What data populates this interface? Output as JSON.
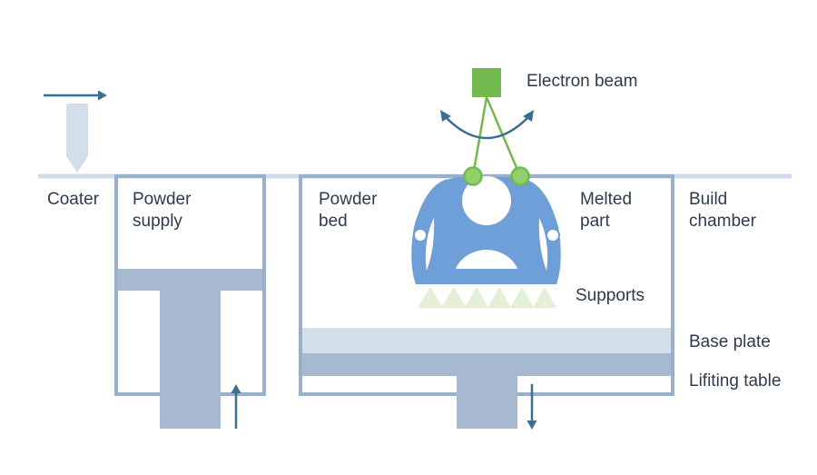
{
  "labels": {
    "coater": "Coater",
    "powder_supply": [
      "Powder",
      "supply"
    ],
    "powder_bed": [
      "Powder",
      "bed"
    ],
    "melted_part": [
      "Melted",
      "part"
    ],
    "build_chamber": [
      "Build",
      "chamber"
    ],
    "electron_beam": "Electron beam",
    "supports": "Supports",
    "base_plate": "Base plate",
    "lifting_table": "Lifiting table"
  },
  "colors": {
    "frame": "#9aafca",
    "frame_light": "#cfdbe8",
    "fill_dark": "#a6b9d1",
    "fill_light": "#d2dee9",
    "arrow": "#3b6e8f",
    "part": "#6e9fd8",
    "beam": "#72b94f",
    "beam_dot": "#8fd06a",
    "support": "#e3efd9",
    "text": "#2d3b4a"
  }
}
